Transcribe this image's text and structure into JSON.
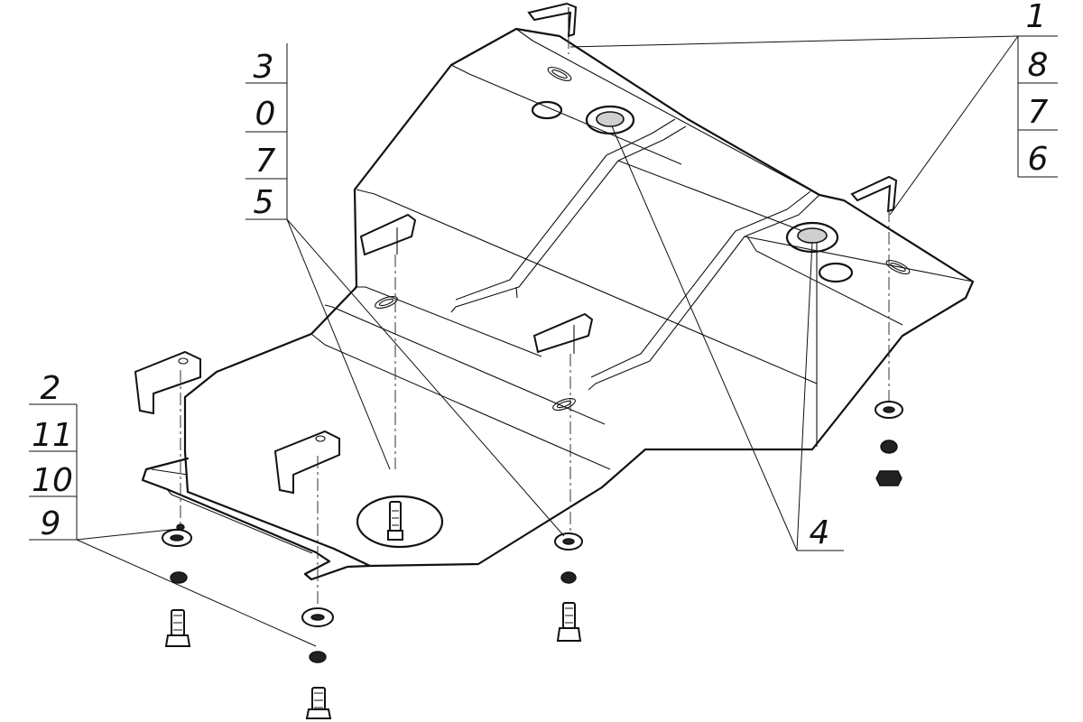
{
  "labels": {
    "left_stack": [
      "3",
      "0",
      "7",
      "5"
    ],
    "right_stack": [
      "1",
      "8",
      "7",
      "6"
    ],
    "bottom_left_stack": [
      "2",
      "11",
      "10",
      "9"
    ],
    "bottom_right": "4"
  }
}
